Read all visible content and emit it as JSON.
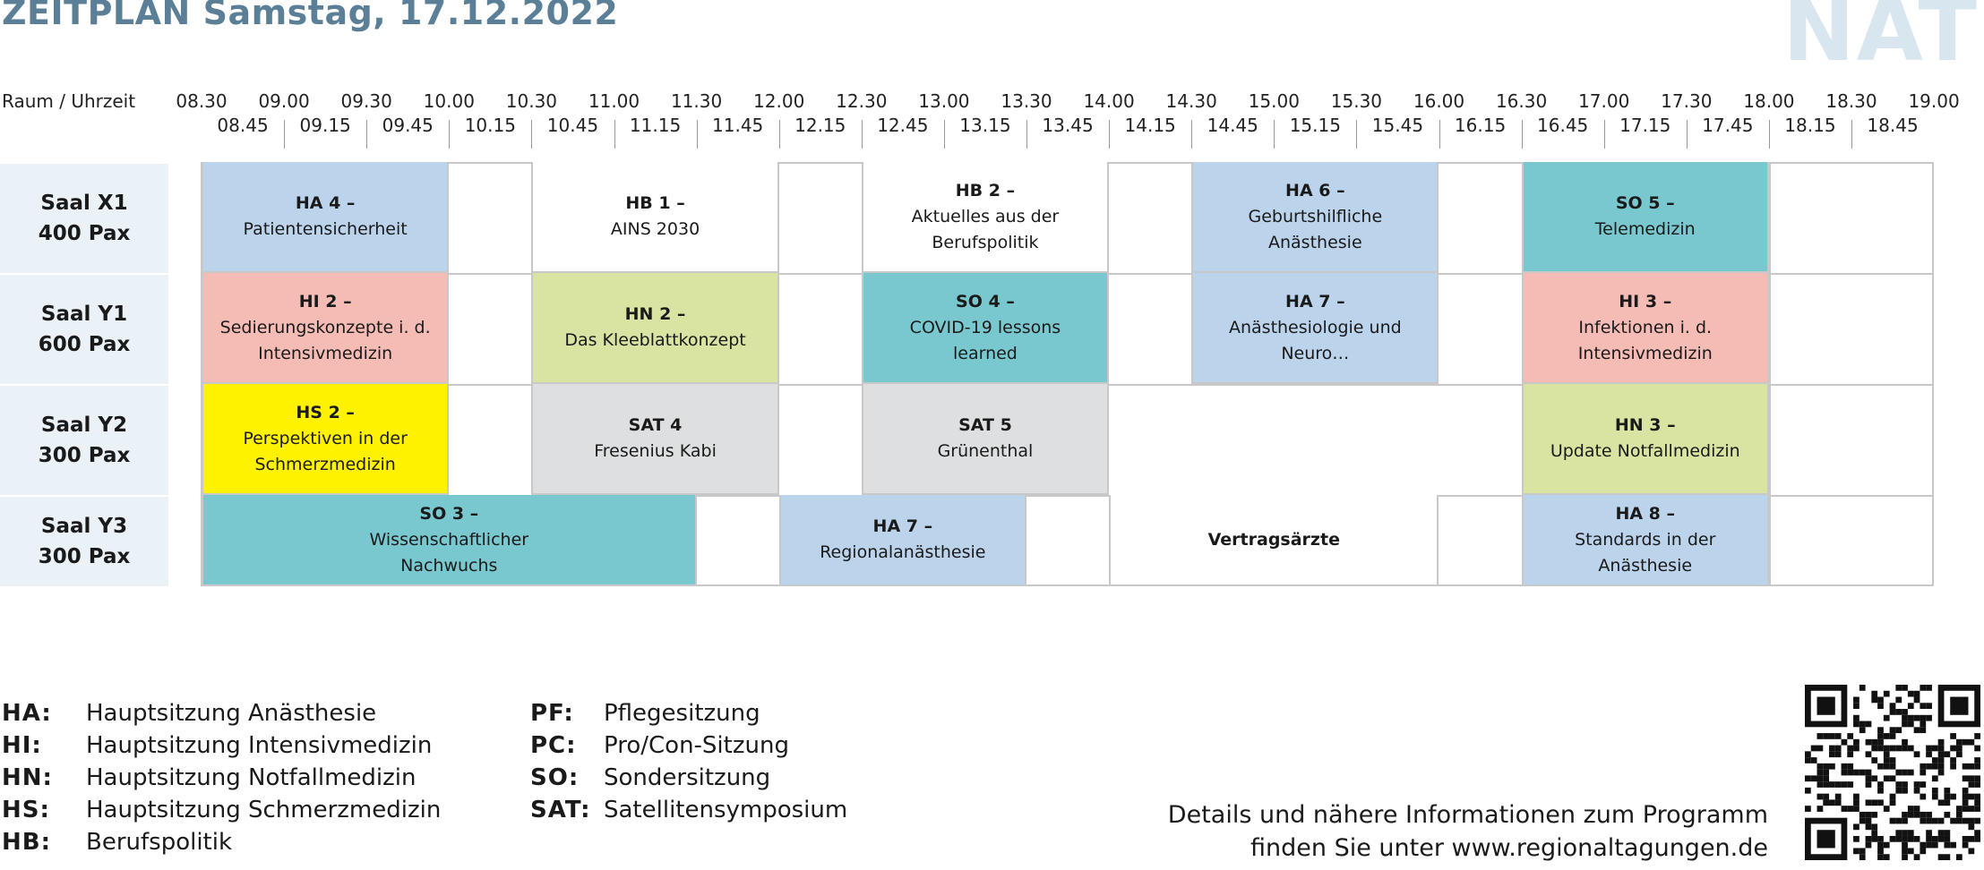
{
  "header": {
    "title": "ZEITPLAN Samstag, 17.12.2022",
    "brand": "NAT",
    "axis_label": "Raum / Uhrzeit"
  },
  "timeline": {
    "major": [
      "08.30",
      "09.00",
      "09.30",
      "10.00",
      "10.30",
      "11.00",
      "11.30",
      "12.00",
      "12.30",
      "13.00",
      "13.30",
      "14.00",
      "14.30",
      "15.00",
      "15.30",
      "16.00",
      "16.30",
      "17.00",
      "17.30",
      "18.00",
      "18.30",
      "19.00"
    ],
    "minor": [
      "08.45",
      "09.15",
      "09.45",
      "10.15",
      "10.45",
      "11.15",
      "11.45",
      "12.15",
      "12.45",
      "13.15",
      "13.45",
      "14.15",
      "14.45",
      "15.15",
      "15.45",
      "16.15",
      "16.45",
      "17.15",
      "17.45",
      "18.15",
      "18.45"
    ]
  },
  "colors": {
    "HA": "#bcd3ec",
    "HI": "#f5bcb6",
    "HN": "#d9e4a2",
    "HS": "#fff200",
    "SO": "#7ac8cf",
    "SAT": "#dedfe0",
    "HB": "#ffffff",
    "room_bg": "#eaf1f7",
    "grid_line": "#c8c8c8",
    "title": "#5b7f96"
  },
  "rooms": [
    {
      "name": "Saal X1",
      "capacity": "400 Pax",
      "sessions": [
        {
          "code": "HA 4 –",
          "title": "Patientensicherheit",
          "start": "08.30",
          "end": "10.00",
          "type": "HA"
        },
        {
          "code": "HB 1 –",
          "title": "AINS 2030",
          "start": "10.30",
          "end": "12.00",
          "type": "HB"
        },
        {
          "code": "HB 2 –",
          "title": "Aktuelles aus der Berufspolitik",
          "start": "12.30",
          "end": "14.00",
          "type": "HB"
        },
        {
          "code": "HA 6 –",
          "title": "Geburtshilfliche Anästhesie",
          "start": "14.30",
          "end": "16.00",
          "type": "HA"
        },
        {
          "code": "SO 5 –",
          "title": "Telemedizin",
          "start": "16.30",
          "end": "18.00",
          "type": "SO"
        }
      ]
    },
    {
      "name": "Saal Y1",
      "capacity": "600 Pax",
      "sessions": [
        {
          "code": "HI 2 –",
          "title": "Sedierungskonzepte i. d. Intensivmedizin",
          "start": "08.30",
          "end": "10.00",
          "type": "HI"
        },
        {
          "code": "HN 2 –",
          "title": "Das Kleeblattkonzept",
          "start": "10.30",
          "end": "12.00",
          "type": "HN"
        },
        {
          "code": "SO 4 –",
          "title": "COVID-19 lessons learned",
          "start": "12.30",
          "end": "14.00",
          "type": "SO"
        },
        {
          "code": "HA 7 –",
          "title": "Anästhesiologie und Neuro…",
          "start": "14.30",
          "end": "16.00",
          "type": "HA"
        },
        {
          "code": "HI 3 –",
          "title": "Infektionen i. d. Intensivmedizin",
          "start": "16.30",
          "end": "18.00",
          "type": "HI"
        }
      ]
    },
    {
      "name": "Saal Y2",
      "capacity": "300 Pax",
      "sessions": [
        {
          "code": "HS 2 –",
          "title": "Perspektiven in der Schmerzmedizin",
          "start": "08.30",
          "end": "10.00",
          "type": "HS"
        },
        {
          "code": "SAT 4",
          "title": "Fresenius Kabi",
          "start": "10.30",
          "end": "12.00",
          "type": "SAT"
        },
        {
          "code": "SAT 5",
          "title": "Grünenthal",
          "start": "12.30",
          "end": "14.00",
          "type": "SAT"
        },
        {
          "code": "HN 3 –",
          "title": "Update Notfallmedizin",
          "start": "16.30",
          "end": "18.00",
          "type": "HN"
        }
      ]
    },
    {
      "name": "Saal Y3",
      "capacity": "300 Pax",
      "sessions": [
        {
          "code": "SO 3 –",
          "title": "Wissenschaftlicher Nachwuchs",
          "start": "08.30",
          "end": "11.30",
          "type": "SO"
        },
        {
          "code": "HA 7 –",
          "title": "Regionalanästhesie",
          "start": "12.00",
          "end": "13.30",
          "type": "HA"
        },
        {
          "code": "Vertragsärzte",
          "title": "",
          "start": "14.00",
          "end": "16.00",
          "type": "HB"
        },
        {
          "code": "HA 8 –",
          "title": "Standards in der Anästhesie",
          "start": "16.30",
          "end": "18.00",
          "type": "HA"
        }
      ]
    }
  ],
  "legend": {
    "left": [
      {
        "code": "HA:",
        "desc": "Hauptsitzung Anästhesie"
      },
      {
        "code": "HI:",
        "desc": "Hauptsitzung Intensivmedizin"
      },
      {
        "code": "HN:",
        "desc": "Hauptsitzung Notfallmedizin"
      },
      {
        "code": "HS:",
        "desc": "Hauptsitzung Schmerzmedizin"
      },
      {
        "code": "HB:",
        "desc": "Berufspolitik"
      }
    ],
    "right": [
      {
        "code": "PF:",
        "desc": "Pflegesitzung"
      },
      {
        "code": "PC:",
        "desc": "Pro/Con-Sitzung"
      },
      {
        "code": "SO:",
        "desc": "Sondersitzung"
      },
      {
        "code": "SAT:",
        "desc": "Satellitensymposium"
      }
    ]
  },
  "info": {
    "line1": "Details und nähere Informationen zum Programm",
    "line2": "finden Sie unter www.regionaltagungen.de"
  },
  "qr": {
    "icon": "qr-code-icon"
  }
}
